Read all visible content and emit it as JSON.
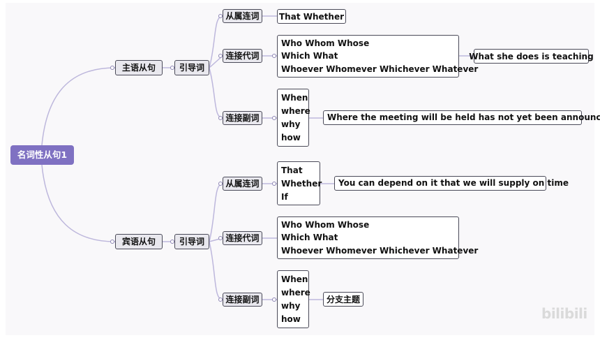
{
  "mindmap": {
    "root": "名词性从句1",
    "subject_branch": {
      "label": "主语从句",
      "connector": "引导词",
      "subordinating": {
        "label": "从属连词",
        "words": [
          "That Whether"
        ]
      },
      "pronouns": {
        "label": "连接代词",
        "words": [
          "Who Whom Whose",
          "Which What",
          "Whoever Whomever Whichever Whatever"
        ],
        "example": "What she does is teaching"
      },
      "adverbs": {
        "label": "连接副词",
        "words": [
          "When",
          "where",
          "why",
          "how"
        ],
        "example": "Where the meeting will be held has not yet been announced"
      }
    },
    "object_branch": {
      "label": "宾语从句",
      "connector": "引导词",
      "subordinating": {
        "label": "从属连词",
        "words": [
          "That",
          "Whether",
          "If"
        ],
        "example": "You can depend on it that we will supply on time"
      },
      "pronouns": {
        "label": "连接代词",
        "words": [
          "Who Whom Whose",
          "Which What",
          "Whoever Whomever Whichever Whatever"
        ]
      },
      "adverbs": {
        "label": "连接副词",
        "words": [
          "When",
          "where",
          "why",
          "how"
        ],
        "example": "分支主题"
      }
    }
  },
  "watermark": "bilibili",
  "colors": {
    "root_fill": "#7f71c2",
    "line": "#bdb7dc",
    "border": "#4a4a58"
  }
}
